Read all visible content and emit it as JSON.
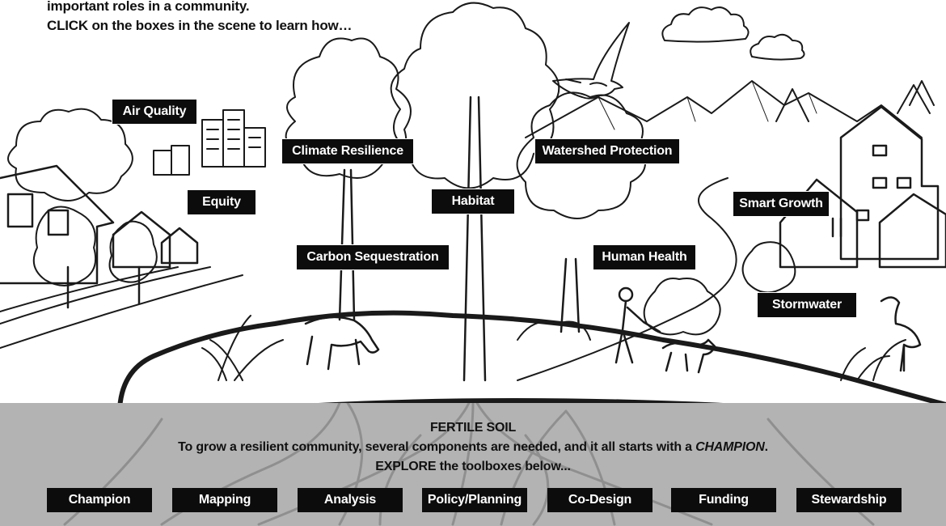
{
  "intro": {
    "line1": "important roles in a community.",
    "line2": "CLICK on the boxes in the scene to learn how…"
  },
  "scene_boxes": {
    "air_quality": "Air Quality",
    "climate_resilience": "Climate Resilience",
    "watershed_protection": "Watershed Protection",
    "equity": "Equity",
    "habitat": "Habitat",
    "smart_growth": "Smart Growth",
    "carbon_sequestration": "Carbon Sequestration",
    "human_health": "Human Health",
    "stormwater": "Stormwater"
  },
  "soil": {
    "heading": "FERTILE SOIL",
    "line_prefix": "To grow a resilient community, several components are needed, and it all starts with a ",
    "line_emphasis": "CHAMPION",
    "line_suffix": ".",
    "explore": "EXPLORE the toolboxes below..."
  },
  "toolboxes": {
    "champion": "Champion",
    "mapping": "Mapping",
    "analysis": "Analysis",
    "policy_planning": "Policy/Planning",
    "co_design": "Co-Design",
    "funding": "Funding",
    "stewardship": "Stewardship"
  },
  "colors": {
    "soil": "#b3b3b3",
    "label_bg": "#0c0c0c",
    "label_text": "#ffffff",
    "ink": "#1a1a1a"
  }
}
